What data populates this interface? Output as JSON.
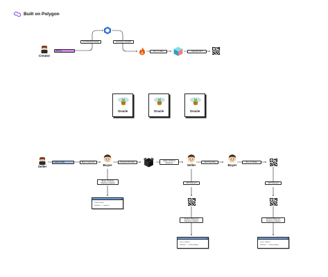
{
  "header": {
    "brand": "Built on Polygon"
  },
  "top_flow": {
    "actor": "Creator",
    "minting_label": "Minting",
    "set_metadata_label": "Set Metadata/Update",
    "exchange_label": "Exchange rating/ID",
    "burn_label": "Burn on Mint",
    "attached_label": "Attached NFT"
  },
  "oracles": [
    "Oracle",
    "Oracle",
    "Oracle"
  ],
  "bottom_flow": {
    "seller_1": "Seller",
    "buyer_1": "Buyer",
    "seller_2": "Seller",
    "buyer_2": "Buyer",
    "listing_label": "Listed to Sale",
    "buyer_inspection_label": "Buyer Inspection",
    "physical_purchase_label": "Physical Purchase",
    "seller_confirms_label": "Seller Confirms Shipment",
    "sell_on_market_label": "Sell Physically",
    "buy_on_market_label": "Buy on Market",
    "qr_scanned_left": "QR Scanned",
    "qr_scanned_right": "QR Scanned",
    "buyer_confirms_label": "Buyer Confirms Shipping Updated",
    "product_shipping_mid": "Product Shipment Shipping Updated",
    "product_shipping_right": "Product Shipment Shipping Updated",
    "card_left": [
      "Product Details",
      "Validation — in progress"
    ],
    "card_mid": [
      "Owner: Updated",
      "Validation: — Confirmed/Buyer"
    ],
    "card_right": [
      "Owner: Updated",
      "Validation: — Confirmed/Buyer"
    ]
  },
  "colors": {
    "brand_purple": "#8247e5",
    "minting_fill": "#d58bf0",
    "listing_fill": "#a9c4f2",
    "card_header": "#6d9de0"
  },
  "icons": [
    "polygon-logo-icon",
    "network-hex-icon",
    "fire-icon",
    "cube-icon",
    "qr-code-icon",
    "bee-robot-icon",
    "person-icon",
    "box-icon"
  ]
}
